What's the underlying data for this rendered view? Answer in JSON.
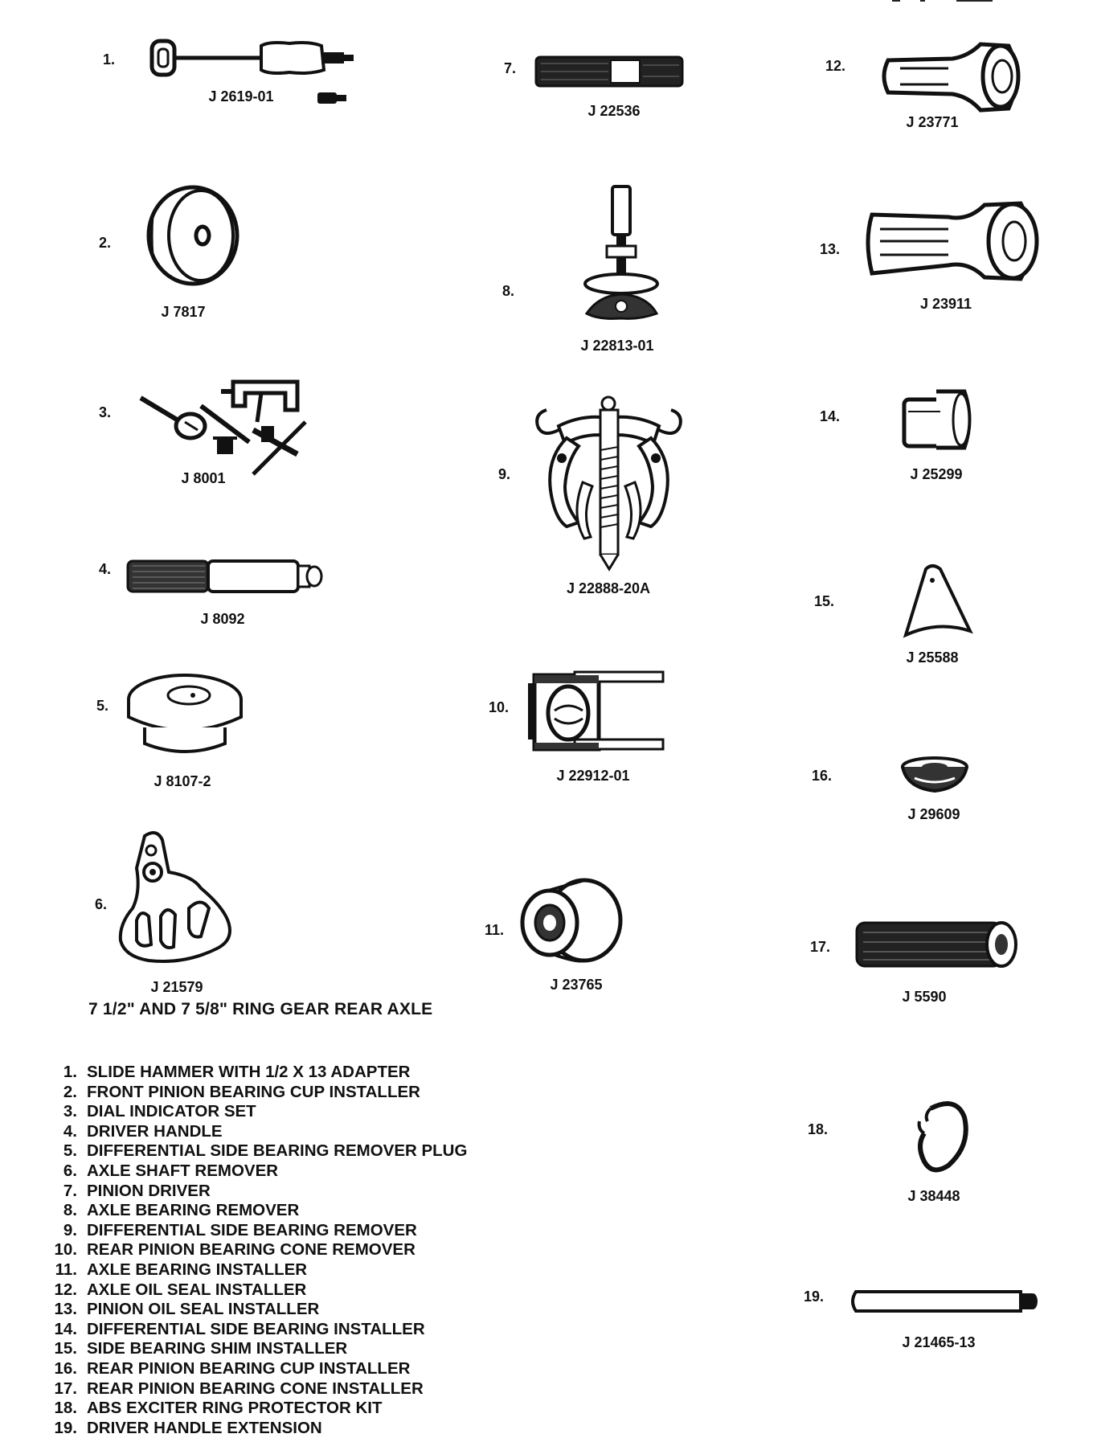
{
  "tools": [
    {
      "number": "1.",
      "code": "J 2619-01"
    },
    {
      "number": "2.",
      "code": "J 7817"
    },
    {
      "number": "3.",
      "code": "J 8001"
    },
    {
      "number": "4.",
      "code": "J 8092"
    },
    {
      "number": "5.",
      "code": "J 8107-2"
    },
    {
      "number": "6.",
      "code": "J 21579"
    },
    {
      "number": "7.",
      "code": "J 22536"
    },
    {
      "number": "8.",
      "code": "J 22813-01"
    },
    {
      "number": "9.",
      "code": "J 22888-20A"
    },
    {
      "number": "10.",
      "code": "J 22912-01"
    },
    {
      "number": "11.",
      "code": "J 23765"
    },
    {
      "number": "12.",
      "code": "J 23771"
    },
    {
      "number": "13.",
      "code": "J 23911"
    },
    {
      "number": "14.",
      "code": "J 25299"
    },
    {
      "number": "15.",
      "code": "J 25588"
    },
    {
      "number": "16.",
      "code": "J 29609"
    },
    {
      "number": "17.",
      "code": "J 5590"
    },
    {
      "number": "18.",
      "code": "J 38448"
    },
    {
      "number": "19.",
      "code": "J 21465-13"
    }
  ],
  "title": "7 1/2\" AND 7 5/8\" RING GEAR REAR AXLE",
  "legend": [
    {
      "number": "1.",
      "text": "SLIDE HAMMER WITH 1/2 X 13 ADAPTER"
    },
    {
      "number": "2.",
      "text": "FRONT PINION BEARING CUP INSTALLER"
    },
    {
      "number": "3.",
      "text": "DIAL INDICATOR SET"
    },
    {
      "number": "4.",
      "text": "DRIVER HANDLE"
    },
    {
      "number": "5.",
      "text": "DIFFERENTIAL SIDE BEARING REMOVER PLUG"
    },
    {
      "number": "6.",
      "text": "AXLE SHAFT REMOVER"
    },
    {
      "number": "7.",
      "text": "PINION DRIVER"
    },
    {
      "number": "8.",
      "text": "AXLE BEARING REMOVER"
    },
    {
      "number": "9.",
      "text": "DIFFERENTIAL SIDE BEARING REMOVER"
    },
    {
      "number": "10.",
      "text": "REAR PINION BEARING  CONE REMOVER"
    },
    {
      "number": "11.",
      "text": "AXLE BEARING INSTALLER"
    },
    {
      "number": "12.",
      "text": "AXLE OIL SEAL INSTALLER"
    },
    {
      "number": "13.",
      "text": "PINION OIL SEAL INSTALLER"
    },
    {
      "number": "14.",
      "text": "DIFFERENTIAL SIDE BEARING INSTALLER"
    },
    {
      "number": "15.",
      "text": "SIDE BEARING SHIM INSTALLER"
    },
    {
      "number": "16.",
      "text": "REAR PINION BEARING CUP INSTALLER"
    },
    {
      "number": "17.",
      "text": "REAR PINION BEARING CONE INSTALLER"
    },
    {
      "number": "18.",
      "text": "ABS EXCITER RING PROTECTOR KIT"
    },
    {
      "number": "19.",
      "text": "DRIVER HANDLE EXTENSION"
    }
  ]
}
